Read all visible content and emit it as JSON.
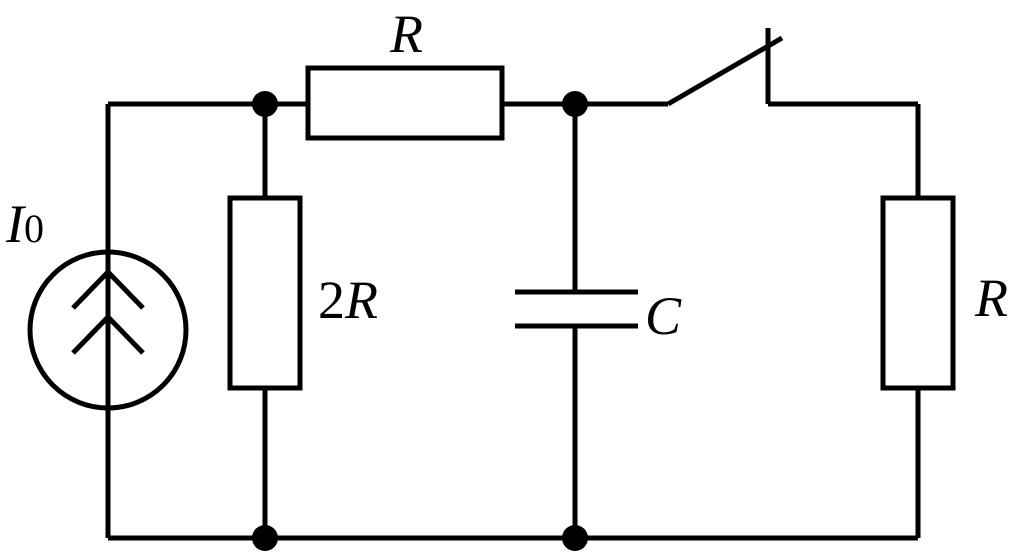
{
  "labels": {
    "source_symbol": "I",
    "source_subscript": "0",
    "top_resistor": "R",
    "shunt_resistor_coef": "2",
    "shunt_resistor_symbol": "R",
    "capacitor": "C",
    "load_resistor": "R"
  },
  "colors": {
    "ink": "#000000",
    "background": "#ffffff"
  }
}
